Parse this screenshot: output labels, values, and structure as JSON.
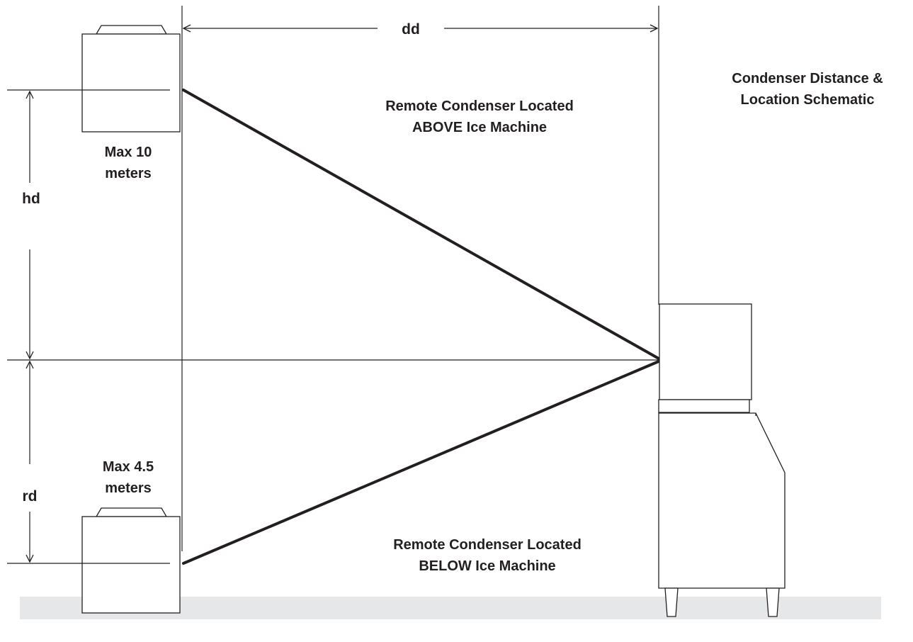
{
  "labels": {
    "dd": "dd",
    "hd": "hd",
    "rd": "rd",
    "title_line1": "Condenser Distance &",
    "title_line2": "Location Schematic",
    "above_line1": "Remote Condenser Located",
    "above_line2": "ABOVE Ice Machine",
    "below_line1": "Remote Condenser Located",
    "below_line2": "BELOW Ice Machine",
    "max_above_line1": "Max 10",
    "max_above_line2": "meters",
    "max_below_line1": "Max 4.5",
    "max_below_line2": "meters"
  },
  "colors": {
    "line": "#231f20",
    "floor": "#e6e7e8",
    "background": "#ffffff"
  }
}
